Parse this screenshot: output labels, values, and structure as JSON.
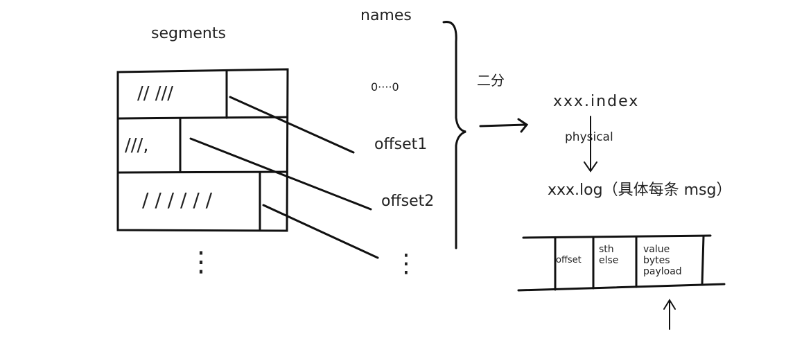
{
  "segments": {
    "label": "segments",
    "rows": [
      {
        "strokes": "// ///"
      },
      {
        "strokes": "///,"
      },
      {
        "strokes": "/ / / / / /"
      }
    ],
    "more": "⋮"
  },
  "names": {
    "label": "names",
    "items": [
      "0····0",
      "offset1",
      "offset2"
    ],
    "more": "⋮"
  },
  "binary_search_label": "二分",
  "index_file": "xxx.index",
  "physical_label": "physical",
  "log_file": "xxx.log（具体每条 msg）",
  "message": {
    "cells": [
      "offset",
      "sth else",
      "value bytes payload"
    ]
  }
}
